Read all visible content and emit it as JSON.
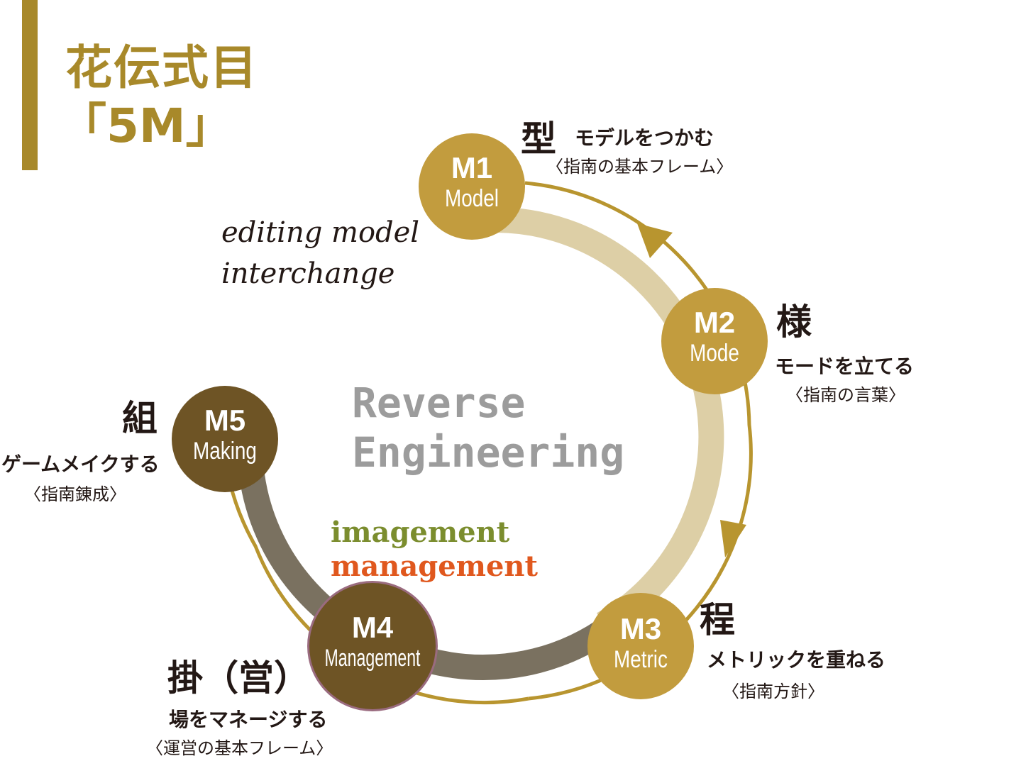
{
  "title": {
    "line1": "花伝式目",
    "line2": "「5M」"
  },
  "colors": {
    "gold": "#a8892a",
    "node_gold": "#c29c3e",
    "node_brown": "#6e5425",
    "arc_light": "#ddcfa6",
    "arc_dark": "#7a7160",
    "imagement": "#7b8d2e",
    "management": "#e0581e",
    "center_text": "#9c9c9c"
  },
  "script_text": {
    "line1": "editing model",
    "line2": "interchange"
  },
  "center_text": {
    "line1": "Reverse",
    "line2": "Engineering"
  },
  "cycle_words": {
    "word1": "imagement",
    "word2": "management"
  },
  "nodes": [
    {
      "code": "M1",
      "name": "Model",
      "kanji": "型",
      "verb": "モデルをつかむ",
      "sub": "〈指南の基本フレーム〉"
    },
    {
      "code": "M2",
      "name": "Mode",
      "kanji": "様",
      "verb": "モードを立てる",
      "sub": "〈指南の言葉〉"
    },
    {
      "code": "M3",
      "name": "Metric",
      "kanji": "程",
      "verb": "メトリックを重ねる",
      "sub": "〈指南方針〉"
    },
    {
      "code": "M4",
      "name": "Management",
      "kanji": "掛（営）",
      "verb": "場をマネージする",
      "sub": "〈運営の基本フレーム〉"
    },
    {
      "code": "M5",
      "name": "Making",
      "kanji": "組",
      "verb": "ゲームメイクする",
      "sub": "〈指南錬成〉"
    }
  ]
}
